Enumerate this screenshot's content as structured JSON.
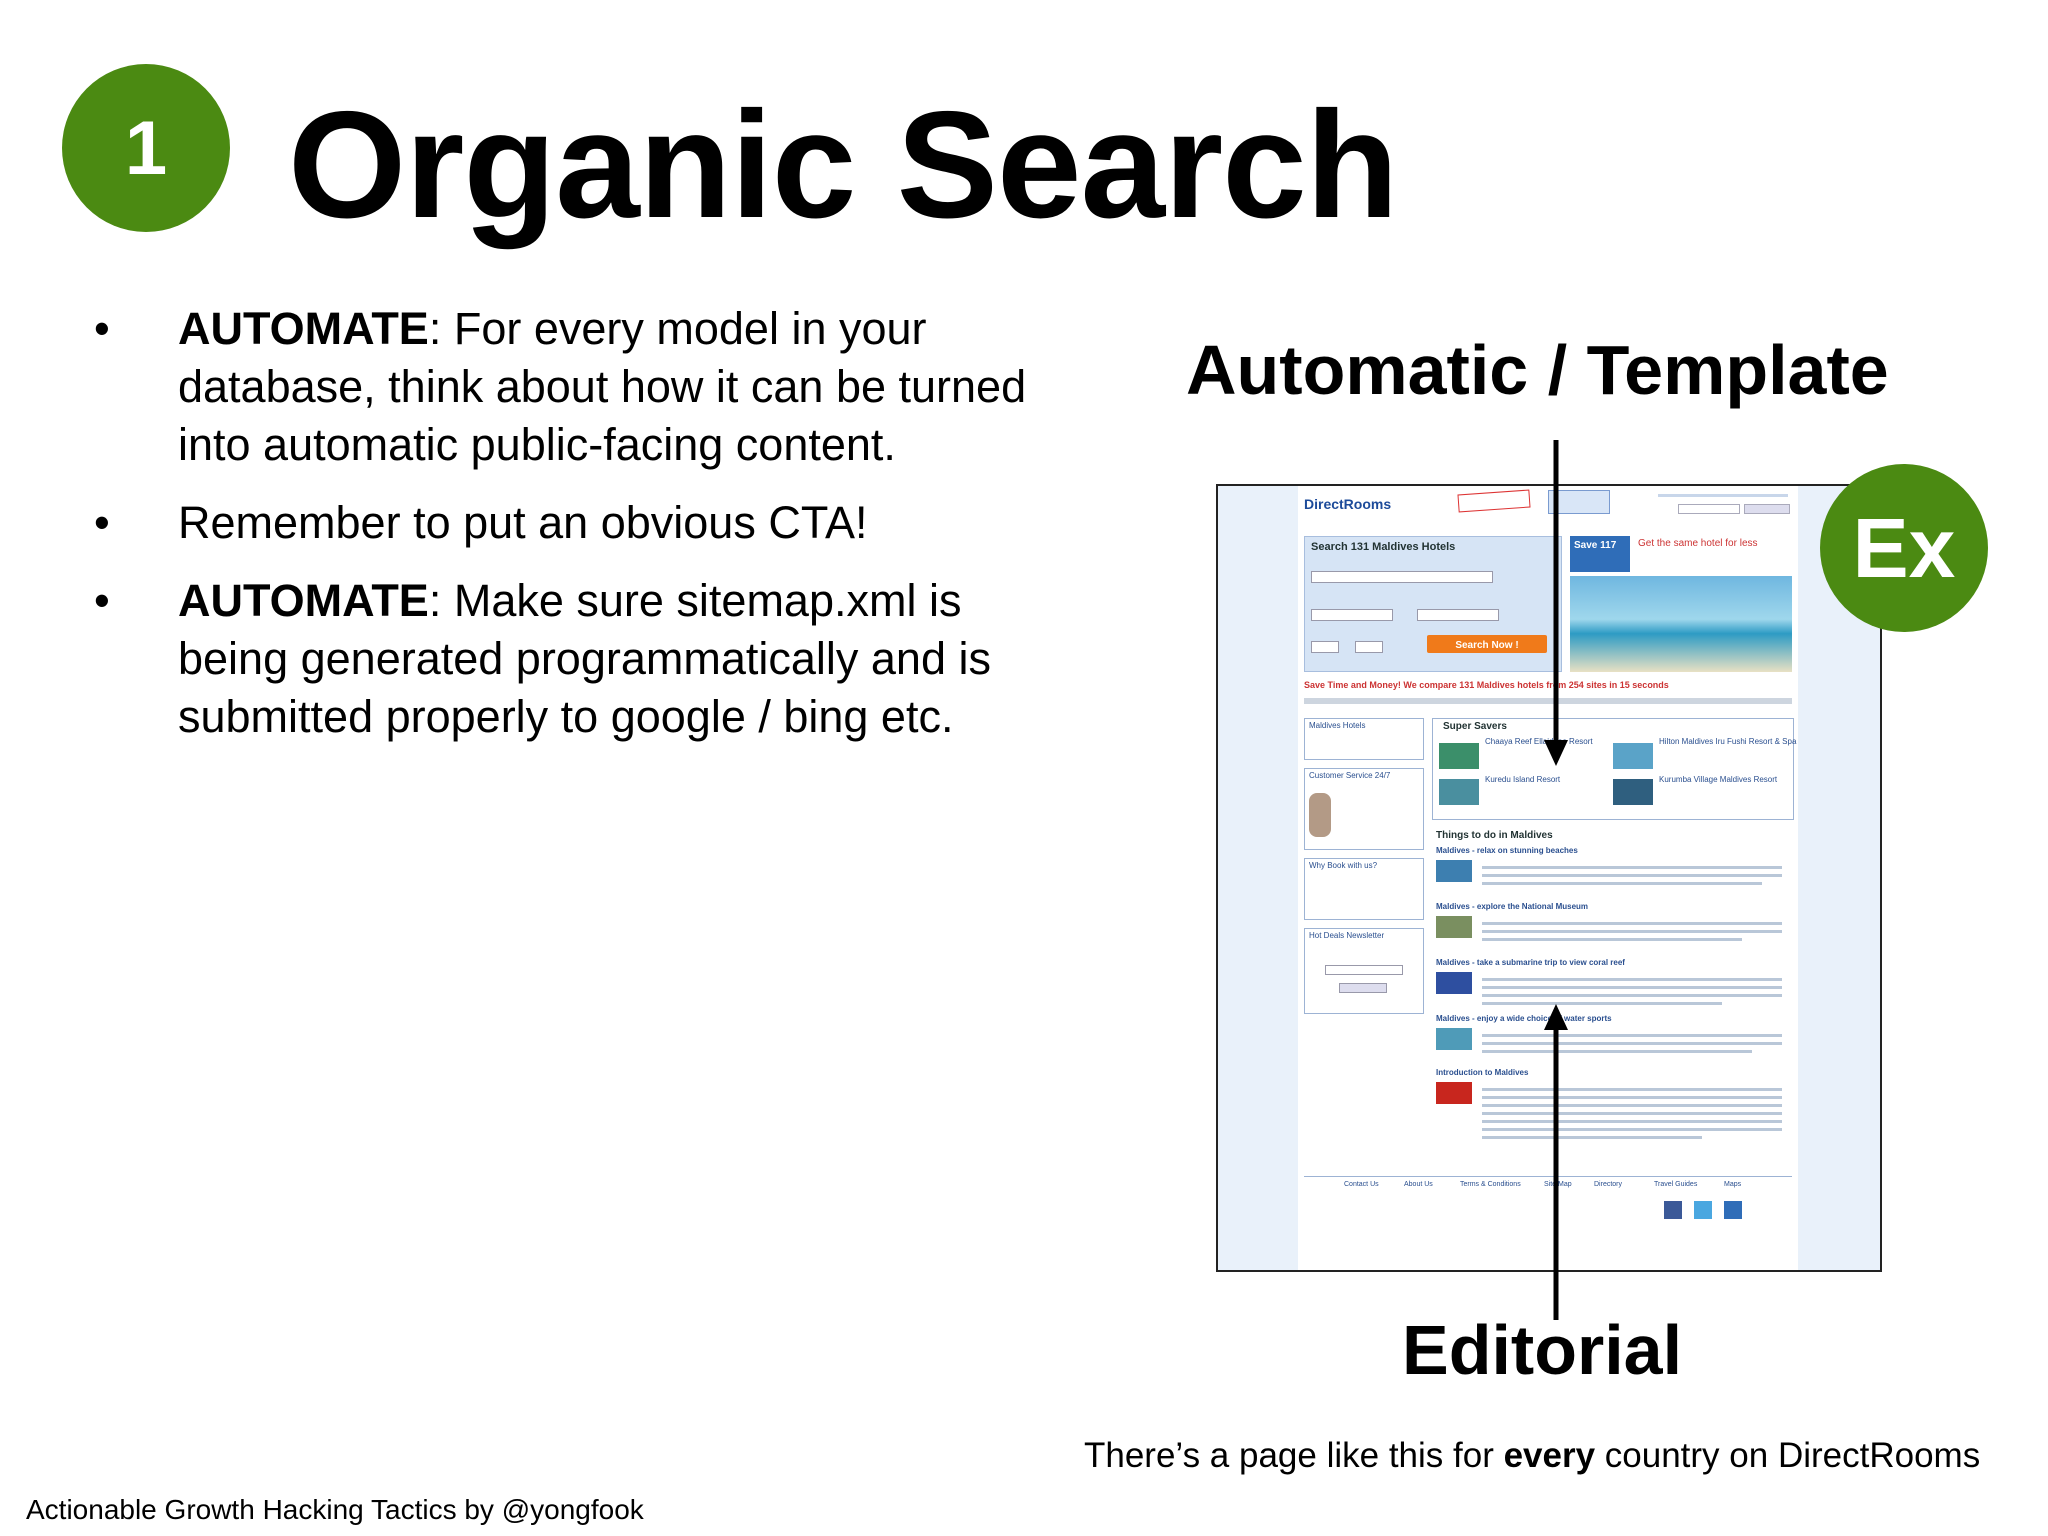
{
  "badge": {
    "number": "1"
  },
  "title": "Organic Search",
  "bullets": [
    {
      "bold": "AUTOMATE",
      "text": ": For every model in your database, think about how it can be turned into automatic public-facing content."
    },
    {
      "bold": "",
      "text": "Remember to put an obvious CTA!"
    },
    {
      "bold": "AUTOMATE",
      "text": ": Make sure sitemap.xml is being generated programmatically and is submitted properly to google / bing etc."
    }
  ],
  "example": {
    "top_label": "Automatic / Template",
    "bottom_label": "Editorial",
    "ex_badge": "Ex",
    "caption_pre": "There’s a page like this for ",
    "caption_bold": "every",
    "caption_post": " country on DirectRooms"
  },
  "screenshot": {
    "logo": "DirectRooms",
    "search_title": "Search 131 Maldives Hotels",
    "search_button": "Search Now !",
    "save_text": "Save 117",
    "promo": "Get the same hotel for less",
    "compare_line": "Save Time and Money! We compare 131 Maldives hotels from 254 sites in 15 seconds",
    "super_savers": "Super Savers",
    "hotels": [
      "Chaaya Reef Ellaidhoo Resort",
      "Hilton Maldives Iru Fushi Resort & Spa",
      "Kuredu Island Resort",
      "Kurumba Village Maldives Resort"
    ],
    "things_to_do": "Things to do in Maldives",
    "sections": [
      "Maldives - relax on stunning beaches",
      "Maldives - explore the National Museum",
      "Maldives - take a submarine trip to view coral reef",
      "Maldives - enjoy a wide choice of water sports",
      "Introduction to Maldives"
    ],
    "sidebar": [
      "Maldives Hotels",
      "Customer Service 24/7",
      "Why Book with us?",
      "Hot Deals Newsletter"
    ],
    "footer_links": [
      "Contact Us",
      "About Us",
      "Terms & Conditions",
      "Site Map",
      "Directory",
      "Travel Guides",
      "Maps"
    ]
  },
  "footer": "Actionable Growth Hacking Tactics by @yongfook",
  "colors": {
    "accent_green": "#4b8a12",
    "orange_button": "#f07a1a",
    "site_blue": "#2a4f8f"
  }
}
